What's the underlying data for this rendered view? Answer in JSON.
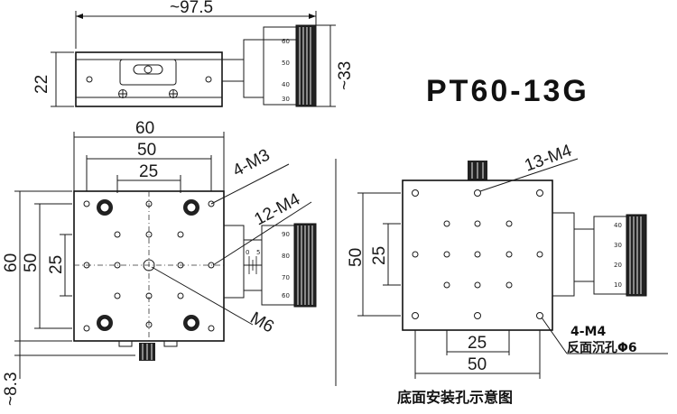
{
  "model": "PT60-13G",
  "top_view": {
    "width_dim": "~97.5",
    "height_dim": "22",
    "micrometer_dim": "~33",
    "dial_marks": [
      "60",
      "50",
      "40",
      "30"
    ]
  },
  "front_view": {
    "width_dim": "60",
    "inner_width_dim": "50",
    "hole_spacing_dim": "25",
    "height_dim": "60",
    "inner_height_dim": "50",
    "hole_spacing_v_dim": "25",
    "bottom_dim": "~8.3",
    "callout_m3": "4-M3",
    "callout_m4": "12-M4",
    "callout_m6": "M6",
    "dial_marks": [
      "90",
      "80",
      "70",
      "60"
    ],
    "vernier_marks": [
      "0",
      "5"
    ]
  },
  "bottom_view": {
    "callout_top": "13-M4",
    "side_dim": "50",
    "side_inner_dim": "25",
    "bottom_inner_dim": "25",
    "bottom_dim": "50",
    "callout_4m4": "4-M4",
    "callout_counterbore": "反面沉孔Φ6",
    "dial_marks": [
      "40",
      "30",
      "20",
      "10"
    ],
    "caption": "底面安装孔示意图"
  }
}
